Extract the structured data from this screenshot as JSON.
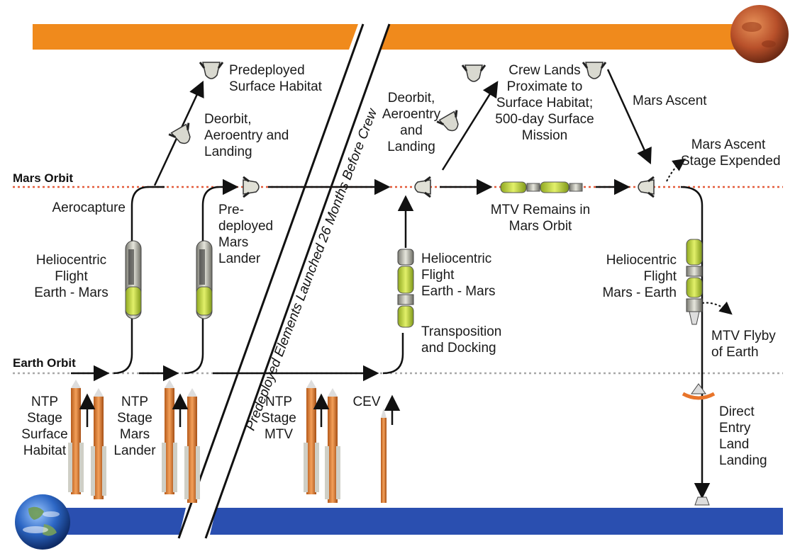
{
  "orbits": {
    "mars_orbit": "Mars Orbit",
    "earth_orbit": "Earth Orbit"
  },
  "banner": "Predeployed Elements Launched 26 Months Before Crew",
  "labels": {
    "predeployed_habitat": [
      "Predeployed",
      "Surface Habitat"
    ],
    "deorbit_left": [
      "Deorbit,",
      "Aeroentry and",
      "Landing"
    ],
    "aerocapture": [
      "Aerocapture"
    ],
    "helio_left": [
      "Heliocentric",
      "Flight",
      "Earth - Mars"
    ],
    "predeployed_lander": [
      "Pre-",
      "deployed",
      "Mars",
      "Lander"
    ],
    "ntp_habitat": [
      "NTP",
      "Stage",
      "Surface",
      "Habitat"
    ],
    "ntp_lander": [
      "NTP",
      "Stage",
      "Mars",
      "Lander"
    ],
    "ntp_mtv": [
      "NTP",
      "Stage",
      "MTV"
    ],
    "cev": [
      "CEV"
    ],
    "deorbit_right": [
      "Deorbit,",
      "Aeroentry",
      "and",
      "Landing"
    ],
    "crew_lands": [
      "Crew Lands",
      "Proximate to",
      "Surface Habitat;",
      "500-day Surface",
      "Mission"
    ],
    "mars_ascent": [
      "Mars Ascent"
    ],
    "ascent_expended": [
      "Mars Ascent",
      "Stage Expended"
    ],
    "mtv_remains": [
      "MTV Remains in",
      "Mars Orbit"
    ],
    "helio_mid": [
      "Heliocentric",
      "Flight",
      "Earth - Mars"
    ],
    "transposition": [
      "Transposition",
      "and Docking"
    ],
    "helio_right": [
      "Heliocentric",
      "Flight",
      "Mars - Earth"
    ],
    "mtv_flyby": [
      "MTV Flyby",
      "of Earth"
    ],
    "direct_entry": [
      "Direct",
      "Entry",
      "Land",
      "Landing"
    ]
  },
  "colors": {
    "mars_band": "#f08a1c",
    "earth_band": "#2a4fb0",
    "mars_orbit_line": "#e35a3a",
    "earth_orbit_line": "#a8a8a8",
    "rocket_body": "#e07a2a",
    "stage_green": "#c8dc3a"
  }
}
